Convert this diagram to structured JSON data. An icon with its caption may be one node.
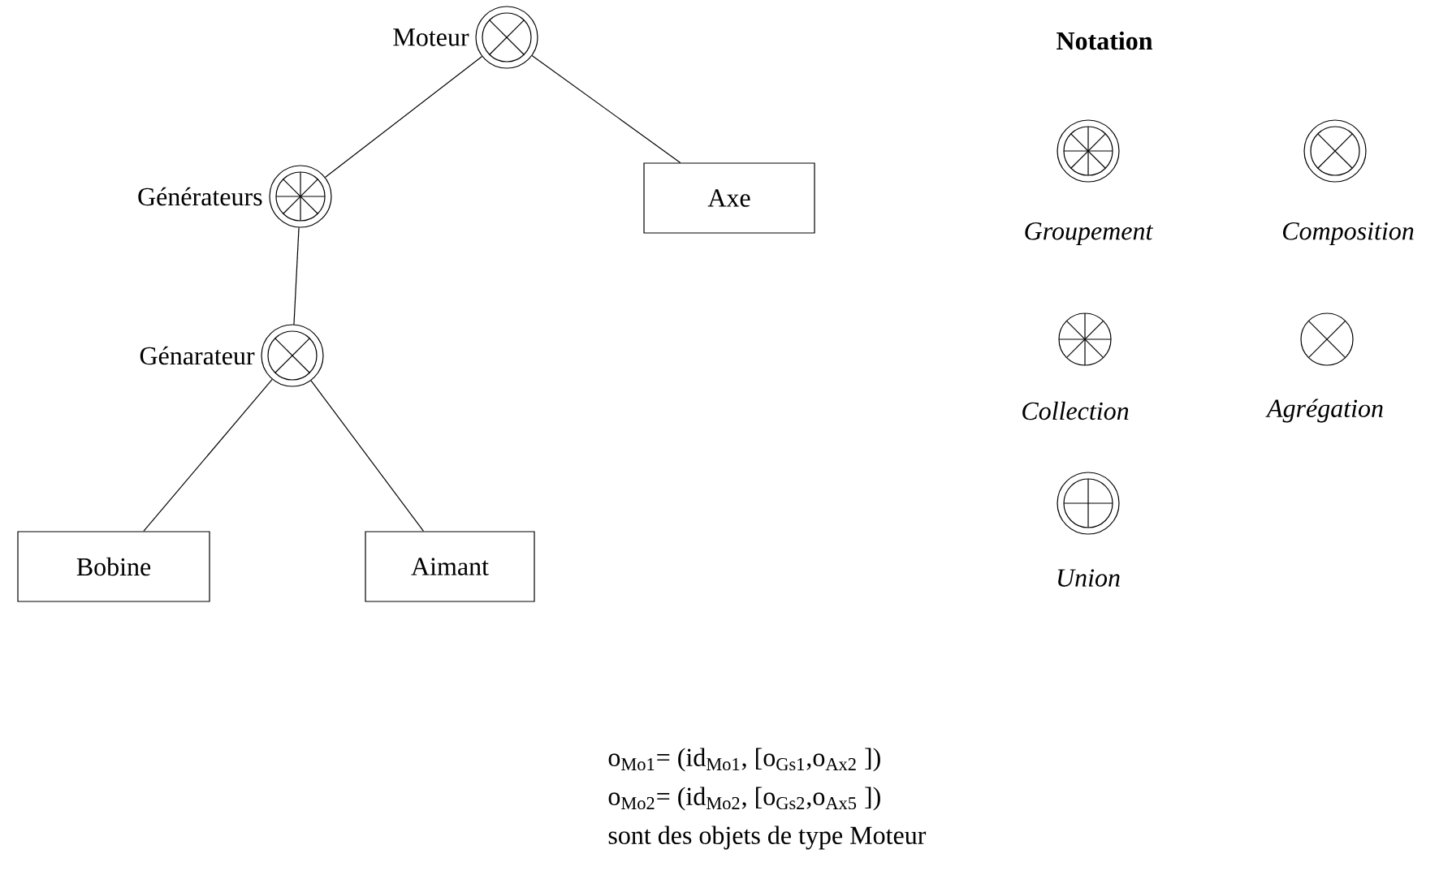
{
  "diagram": {
    "nodes": [
      {
        "text": [],
        "shape": "circle",
        "beside": [
          "Moteur"
        ]
      },
      {
        "text": [],
        "shape": "circle",
        "beside": [
          "Générateurs"
        ]
      },
      {
        "text": [
          "Axe"
        ]
      },
      {
        "text": [],
        "shape": "circle",
        "beside": [
          "Génarateur"
        ]
      },
      {
        "text": [
          "Bobine"
        ]
      },
      {
        "text": [
          "Aimant"
        ]
      }
    ],
    "edges": [
      {
        "from": 0,
        "to": 1,
        "arrow": "none"
      },
      {
        "from": 0,
        "to": 2,
        "arrow": "none"
      },
      {
        "from": 1,
        "to": 3,
        "arrow": "none"
      },
      {
        "from": 3,
        "to": 4,
        "arrow": "none"
      },
      {
        "from": 3,
        "to": 5,
        "arrow": "none"
      }
    ],
    "labels": [
      "Notation",
      "o$_{Mo1}$= (id$_{Mo1}$, [o$_{Gs1}$,o$_{Ax2}$ ])",
      "o$_{Mo2}$= (id$_{Mo2}$, [o$_{Gs2}$,o$_{Ax5}$ ])",
      "sont des objets de type Moteur"
    ],
    "legend": [
      {
        "text": "Groupement"
      },
      {
        "text": "Composition"
      },
      {
        "text": "Collection"
      },
      {
        "text": "Agrégation"
      },
      {
        "text": "Union"
      }
    ]
  }
}
